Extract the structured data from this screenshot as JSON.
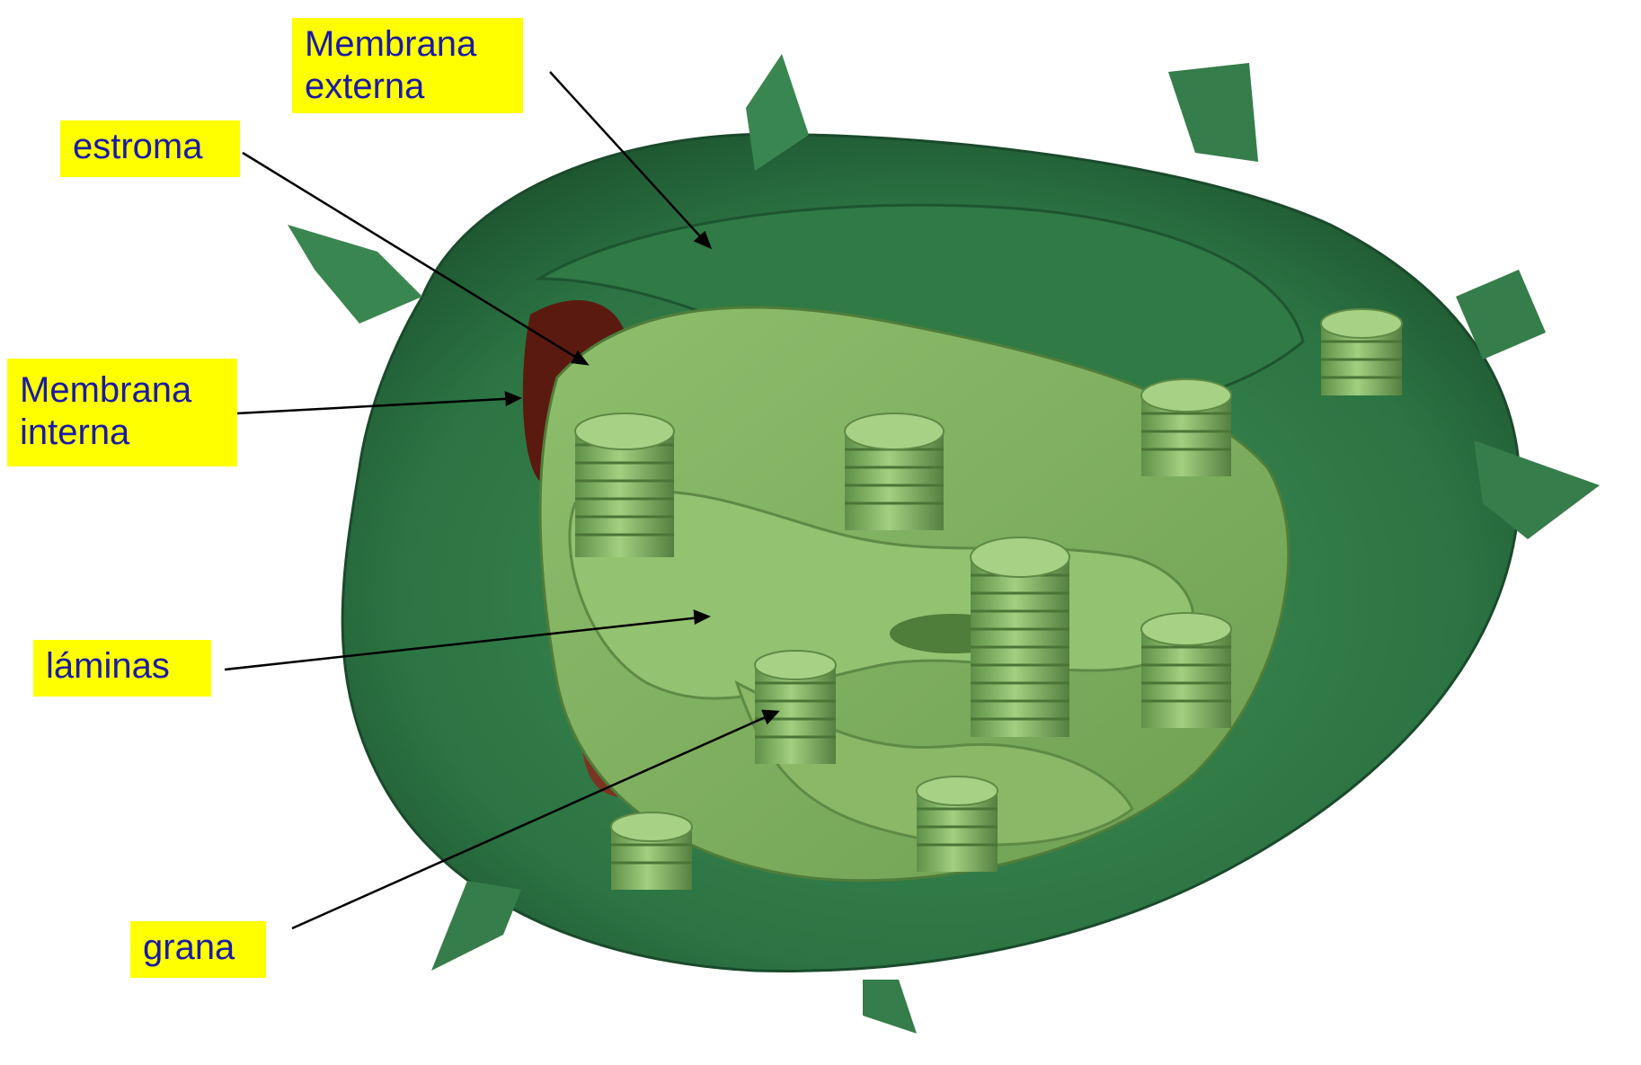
{
  "diagram": {
    "labels": {
      "membrana_externa": [
        "Membrana",
        "externa"
      ],
      "estroma": "estroma",
      "membrana_interna": [
        "Membrana",
        "interna"
      ],
      "laminas": "láminas",
      "grana": "grana"
    },
    "colors": {
      "label_background": "#ffff00",
      "label_text": "#1a1aa6",
      "envelope": "#2f7a45",
      "envelope_dark": "#1f5a33",
      "thylakoid": "#7fae60",
      "stroma_dark": "#5a1a10"
    }
  }
}
